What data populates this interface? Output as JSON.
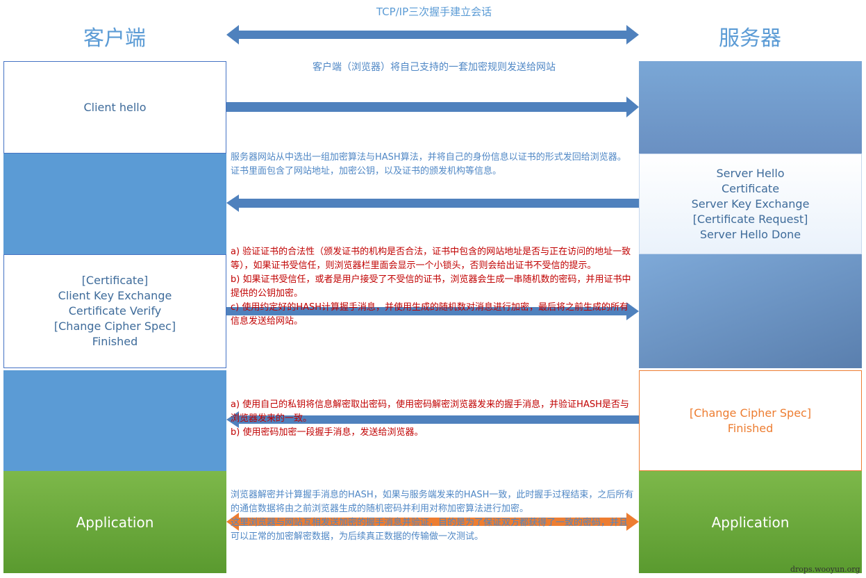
{
  "header": {
    "client_title": "客户端",
    "server_title": "服务器",
    "handshake_caption": "TCP/IP三次握手建立会话"
  },
  "client_hello": {
    "caption": "客户端（浏览器）将自己支持的一套加密规则发送给网站",
    "client_box": "Client hello"
  },
  "server_hello": {
    "description": "服务器网站从中选出一组加密算法与HASH算法，并将自己的身份信息以证书的形式发回给浏览器。证书里面包含了网站地址，加密公钥，以及证书的颁发机构等信息。",
    "server_box": "Server Hello\nCertificate\nServer Key Exchange\n[Certificate Request]\nServer Hello Done"
  },
  "client_key_exchange": {
    "client_box": "[Certificate]\nClient Key Exchange\nCertificate Verify\n[Change Cipher Spec]\nFinished",
    "notes": [
      "a) 验证证书的合法性（颁发证书的机构是否合法，证书中包含的网站地址是否与正在访问的地址一致等），如果证书受信任，则浏览器栏里面会显示一个小锁头，否则会给出证书不受信的提示。",
      "b) 如果证书受信任，或者是用户接受了不受信的证书，浏览器会生成一串随机数的密码，并用证书中提供的公钥加密。",
      "c) 使用约定好的HASH计算握手消息，并使用生成的随机数对消息进行加密，最后将之前生成的所有信息发送给网站。"
    ]
  },
  "server_finished": {
    "server_box": "[Change Cipher Spec]\nFinished",
    "notes": [
      "a) 使用自己的私钥将信息解密取出密码，使用密码解密浏览器发来的握手消息，并验证HASH是否与浏览器发来的一致。",
      "b) 使用密码加密一段握手消息，发送给浏览器。"
    ]
  },
  "application": {
    "client_box": "Application",
    "server_box": "Application",
    "notes": [
      "浏览器解密并计算握手消息的HASH，如果与服务端发来的HASH一致，此时握手过程结束，之后所有的通信数据将由之前浏览器生成的随机密码并利用对称加密算法进行加密。",
      "这里浏览器与网站互相发送加密的握手消息并验证，目的是为了保证双方都获得了一致的密码，并且可以正常的加密解密数据，为后续真正数据的传输做一次测试。"
    ]
  },
  "watermark": "drops.wooyun.org",
  "colors": {
    "arrow_blue": "#4f81bd",
    "arrow_orange": "#ed7d31",
    "text_blue": "#4f87c5",
    "text_red": "#c00000",
    "green": "#70ad47"
  }
}
